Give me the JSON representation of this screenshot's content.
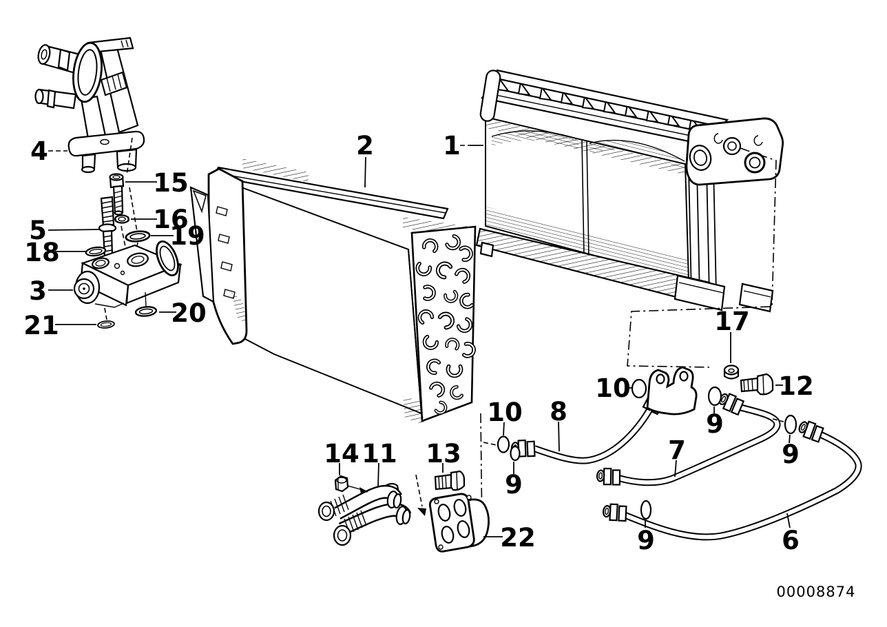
{
  "diagram": {
    "drawing_number": "00008874"
  },
  "labels": {
    "l1": "1",
    "l2": "2",
    "l3": "3",
    "l4": "4",
    "l5": "5",
    "l6": "6",
    "l7": "7",
    "l8": "8",
    "l9a": "9",
    "l9b": "9",
    "l9c": "9",
    "l9d": "9",
    "l10a": "10",
    "l10b": "10",
    "l11": "11",
    "l12": "12",
    "l13": "13",
    "l14": "14",
    "l15": "15",
    "l16": "16",
    "l17": "17",
    "l18": "18",
    "l19": "19",
    "l20": "20",
    "l21": "21",
    "l22": "22"
  }
}
